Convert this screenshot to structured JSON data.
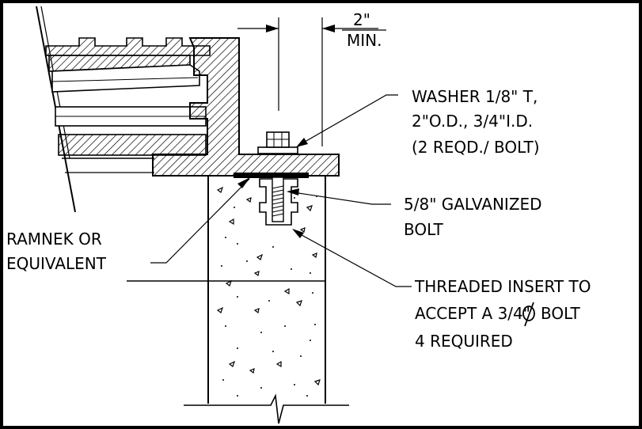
{
  "dimension": {
    "value": "2\"",
    "note": "MIN."
  },
  "callouts": {
    "washer": [
      "WASHER 1/8\" T,",
      "2\"O.D., 3/4\"I.D.",
      "(2 REQD./ BOLT)"
    ],
    "bolt": [
      "5/8\" GALVANIZED",
      "BOLT"
    ],
    "ramnek": [
      "RAMNEK OR",
      "EQUIVALENT"
    ],
    "insert": {
      "line1": "THREADED INSERT TO",
      "line2_prefix": "ACCEPT A 3/4\"",
      "line2_suffix": "BOLT",
      "line3": "4 REQUIRED"
    }
  },
  "symbols": [
    "diameter-symbol"
  ]
}
